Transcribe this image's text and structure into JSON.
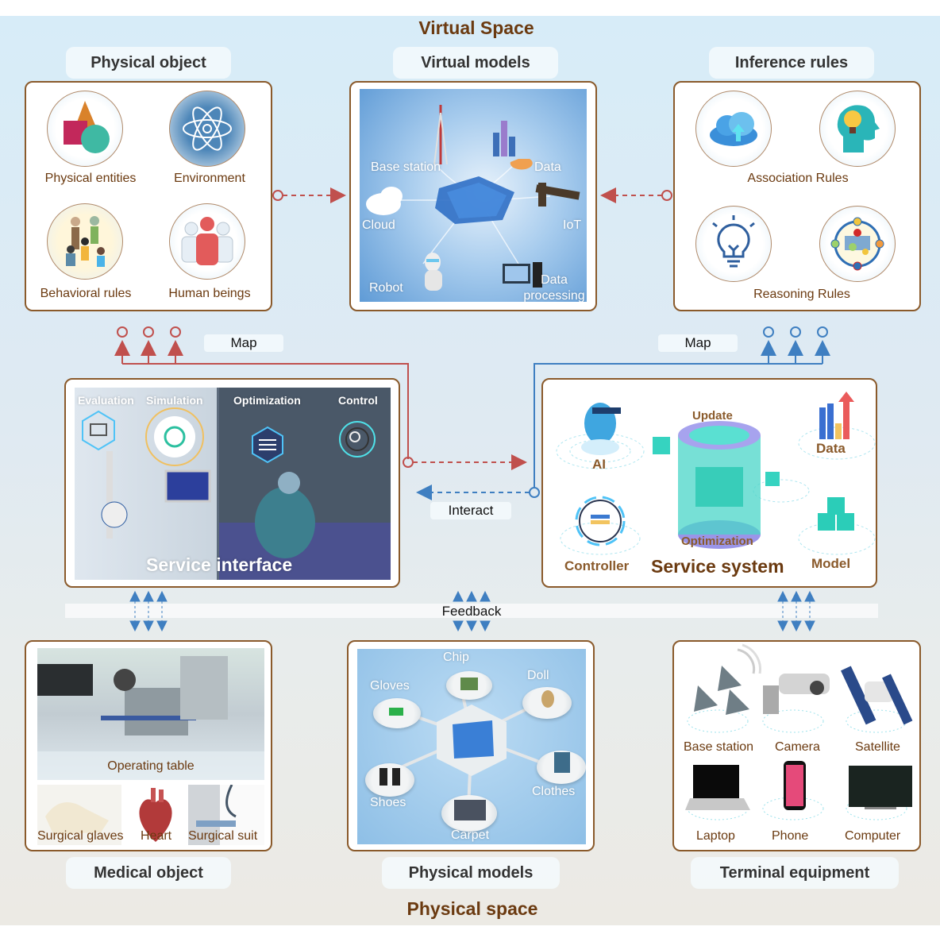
{
  "titles": {
    "virtual_space": "Virtual Space",
    "physical_space": "Physical space"
  },
  "top_sections": {
    "physical_object": {
      "title": "Physical object",
      "items": [
        {
          "label": "Physical entities",
          "icon": "shapes-icon"
        },
        {
          "label": "Environment",
          "icon": "atom-icon"
        },
        {
          "label": "Behavioral rules",
          "icon": "people-walking-icon"
        },
        {
          "label": "Human beings",
          "icon": "people-group-icon"
        }
      ]
    },
    "virtual_models": {
      "title": "Virtual models",
      "items": [
        "Base station",
        "Data",
        "Cloud",
        "IoT",
        "Robot",
        "Data processing"
      ]
    },
    "inference_rules": {
      "title": "Inference rules",
      "groups": [
        {
          "label": "Association Rules",
          "icons": [
            "cloud-upload-icon",
            "head-lightbulb-icon"
          ]
        },
        {
          "label": "Reasoning Rules",
          "icons": [
            "lightbulb-icon",
            "network-flow-icon"
          ]
        }
      ]
    }
  },
  "connectors": {
    "map_left": "Map",
    "map_right": "Map",
    "interact": "Interact",
    "feedback": "Feedback",
    "colors": {
      "red": "#c0504d",
      "blue": "#3f7fc1"
    }
  },
  "middle": {
    "service_interface": {
      "title": "Service interface",
      "stages": [
        "Evaluation",
        "Simulation",
        "Optimization",
        "Control"
      ]
    },
    "service_system": {
      "title": "Service system",
      "labels": {
        "ai": "AI",
        "update": "Update",
        "data": "Data",
        "controller": "Controller",
        "optimization": "Optimization",
        "model": "Model"
      }
    }
  },
  "bottom_sections": {
    "medical_object": {
      "title": "Medical object",
      "main_label": "Operating table",
      "items": [
        "Surgical glaves",
        "Heart",
        "Surgical suit"
      ]
    },
    "physical_models": {
      "title": "Physical models",
      "items": [
        "Chip",
        "Doll",
        "Gloves",
        "Clothes",
        "Shoes",
        "Carpet"
      ]
    },
    "terminal_equipment": {
      "title": "Terminal equipment",
      "items": [
        "Base station",
        "Camera",
        "Satellite",
        "Laptop",
        "Phone",
        "Computer"
      ]
    }
  }
}
